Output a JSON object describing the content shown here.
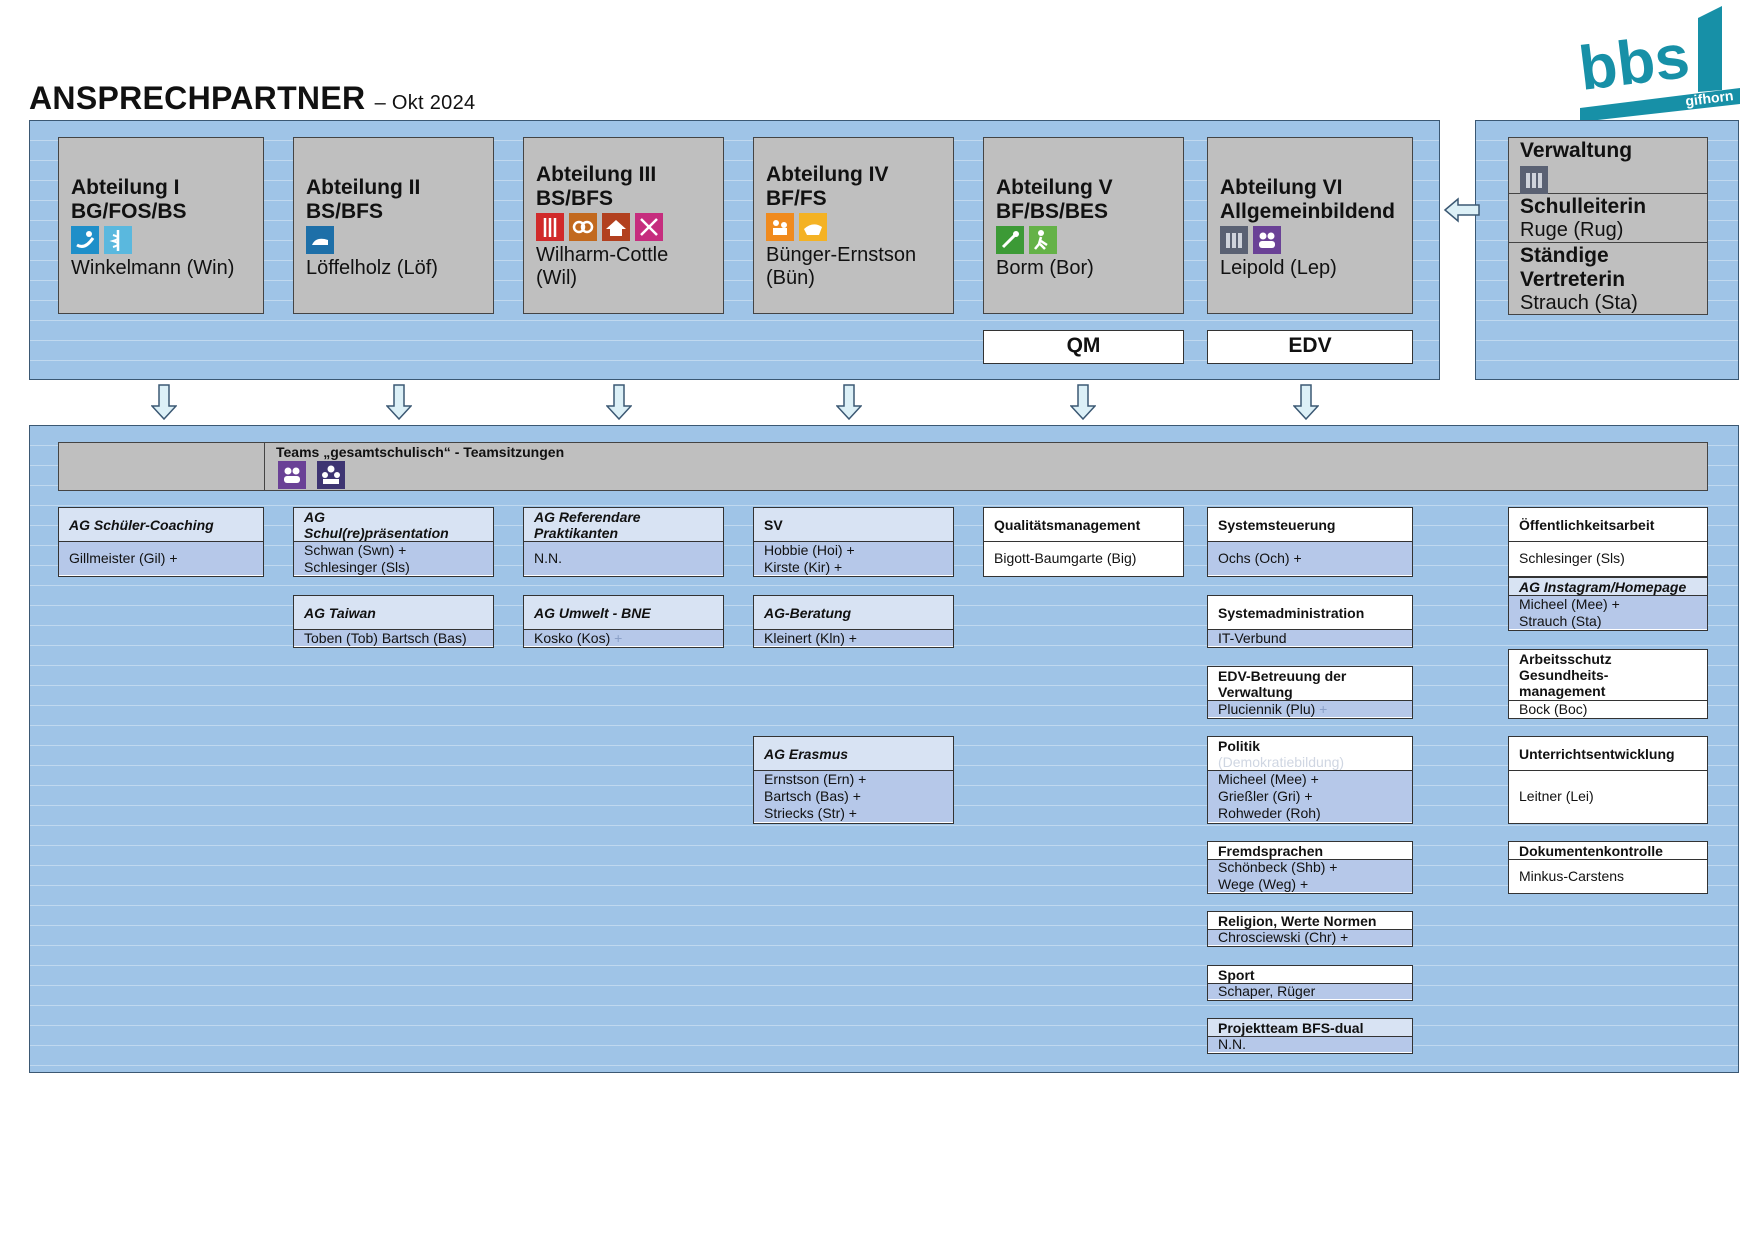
{
  "header": {
    "title": "ANSPRECHPARTNER",
    "subtitle": "– Okt 2024"
  },
  "logo": {
    "text": "bbs",
    "number": "1",
    "city": "gifhorn"
  },
  "colors": {
    "panel": "#9fc4e7",
    "dept": "#bfbfbf",
    "card_body": "#b6c8e9",
    "card_head": "#d8e3f3",
    "logo": "#1790a7"
  },
  "departments": [
    {
      "title1": "Abteilung I",
      "title2": "BG/FOS/BS",
      "person": "Winkelmann (Win)",
      "icons": [
        "care-icon",
        "health-icon"
      ]
    },
    {
      "title1": "Abteilung II",
      "title2": "BS/BFS",
      "person": "Löffelholz (Löf)",
      "icons": [
        "cleaning-icon"
      ]
    },
    {
      "title1": "Abteilung III",
      "title2": "BS/BFS",
      "person": "Wilharm-Cottle",
      "person2": "(Wil)",
      "icons": [
        "restaurant-icon",
        "bakery-icon",
        "farm-icon",
        "hairdresser-icon"
      ]
    },
    {
      "title1": "Abteilung IV",
      "title2": "BF/FS",
      "person": "Bünger-Ernstson",
      "person2": "(Bün)",
      "icons": [
        "kids-icon",
        "childcare-icon"
      ]
    },
    {
      "title1": "Abteilung V",
      "title2": "BF/BS/BES",
      "person": "Borm (Bor)",
      "icons": [
        "garden-icon",
        "inclusion-icon"
      ]
    },
    {
      "title1": "Abteilung VI",
      "title2": "Allgemeinbildend",
      "person": "Leipold (Lep)",
      "icons": [
        "books-icon",
        "group-icon"
      ]
    }
  ],
  "qm_label": "QM",
  "edv_label": "EDV",
  "admin": {
    "title": "Verwaltung",
    "head_title": "Schulleiterin",
    "head_person": "Ruge (Rug)",
    "deputy_title1": "Ständige",
    "deputy_title2": "Vertreterin",
    "deputy_person": "Strauch (Sta)"
  },
  "teams": {
    "label": "Teams „gesamtschulisch“ - Teamsitzungen"
  },
  "cards": {
    "schueler_coaching": {
      "title": "AG Schüler-Coaching",
      "lines": [
        "Gillmeister (Gil) +"
      ]
    },
    "schulrepraesentation": {
      "title1": "AG",
      "title2": "Schul(re)präsentation",
      "lines": [
        "Schwan (Swn) +",
        "Schlesinger (Sls)"
      ]
    },
    "referendare": {
      "title1": "AG Referendare",
      "title2": "Praktikanten",
      "lines": [
        "N.N."
      ]
    },
    "sv": {
      "title": "SV",
      "lines": [
        "Hobbie (Hoi) +",
        "Kirste (Kir) +"
      ]
    },
    "qualitaet": {
      "title": "Qualitätsmanagement",
      "lines": [
        "Bigott-Baumgarte (Big)"
      ]
    },
    "systemsteuerung": {
      "title": "Systemsteuerung",
      "lines": [
        "Ochs (Och) +"
      ]
    },
    "oeffentlichkeit": {
      "title": "Öffentlichkeitsarbeit",
      "lines": [
        "Schlesinger (Sls)"
      ]
    },
    "instagram": {
      "title": "AG Instagram/Homepage",
      "lines": [
        "Micheel (Mee) +",
        "Strauch (Sta)"
      ]
    },
    "taiwan": {
      "title": "AG Taiwan",
      "lines": [
        "Toben (Tob) Bartsch (Bas)"
      ]
    },
    "umwelt": {
      "title": "AG Umwelt - BNE",
      "line": "Kosko (Kos)",
      "plus": "+"
    },
    "beratung": {
      "title": "AG-Beratung",
      "lines": [
        "Kleinert (Kln) +"
      ]
    },
    "sysadmin": {
      "title": "Systemadministration",
      "lines": [
        "IT-Verbund"
      ]
    },
    "edv_verwaltung": {
      "title1": "EDV-Betreuung der",
      "title2": "Verwaltung",
      "line": "Pluciennik (Plu)",
      "plus": "+"
    },
    "arbeitsschutz": {
      "title1": "Arbeitsschutz",
      "title2": "Gesundheits-",
      "title3": "management",
      "lines": [
        "Bock (Boc)"
      ]
    },
    "erasmus": {
      "title": "AG Erasmus",
      "lines": [
        "Ernstson (Ern) +",
        "Bartsch (Bas) +",
        "Striecks (Str) +"
      ]
    },
    "politik": {
      "title": "Politik",
      "subtitle": "(Demokratiebildung)",
      "lines": [
        "Micheel (Mee) +",
        "Grießler (Gri) +",
        "Rohweder (Roh)"
      ]
    },
    "unterricht": {
      "title": "Unterrichtsentwicklung",
      "lines": [
        "Leitner (Lei)"
      ]
    },
    "fremdsprachen": {
      "title": "Fremdsprachen",
      "lines": [
        "Schönbeck (Shb) +",
        "Wege (Weg) +"
      ]
    },
    "dokumente": {
      "title": "Dokumentenkontrolle",
      "lines": [
        "Minkus-Carstens"
      ]
    },
    "religion": {
      "title": "Religion, Werte Normen",
      "lines": [
        "Chrosciewski (Chr) +"
      ]
    },
    "sport": {
      "title": "Sport",
      "lines": [
        "Schaper, Rüger"
      ]
    },
    "projektteam": {
      "title": "Projektteam BFS-dual",
      "lines": [
        "N.N."
      ]
    }
  }
}
